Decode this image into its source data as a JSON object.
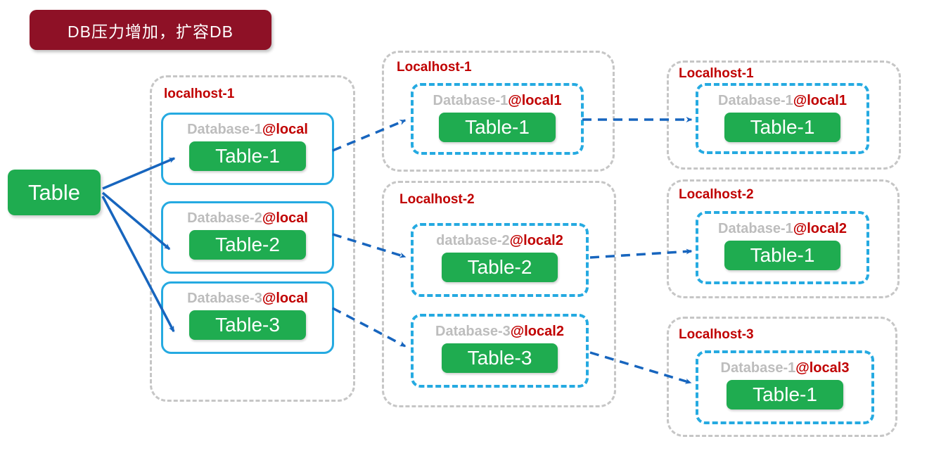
{
  "title_banner": "DB压力增加，扩容DB",
  "source_table": "Table",
  "colors": {
    "banner_bg": "#8E1126",
    "host_label_red": "#C00000",
    "table_green": "#1FAC50",
    "database_border_cyan": "#25AAE1",
    "arrow_blue": "#1765BE",
    "container_border_gray": "#C6C6C6",
    "database_name_gray": "#BDBDBD"
  },
  "stage1": {
    "host": "localhost-1",
    "databases": [
      {
        "name": "Database-1",
        "location": "@local",
        "table": "Table-1"
      },
      {
        "name": "Database-2",
        "location": "@local",
        "table": "Table-2"
      },
      {
        "name": "Database-3",
        "location": "@local",
        "table": "Table-3"
      }
    ]
  },
  "stage2": {
    "hosts": [
      {
        "label": "Localhost-1",
        "databases": [
          {
            "name": "Database-1",
            "location": "@local1",
            "table": "Table-1"
          }
        ]
      },
      {
        "label": "Localhost-2",
        "databases": [
          {
            "name": "database-2",
            "location": "@local2",
            "table": "Table-2"
          },
          {
            "name": "Database-3",
            "location": "@local2",
            "table": "Table-3"
          }
        ]
      }
    ]
  },
  "stage3": {
    "hosts": [
      {
        "label": "Localhost-1",
        "databases": [
          {
            "name": "Database-1",
            "location": "@local1",
            "table": "Table-1"
          }
        ]
      },
      {
        "label": "Localhost-2",
        "databases": [
          {
            "name": "Database-1",
            "location": "@local2",
            "table": "Table-1"
          }
        ]
      },
      {
        "label": "Localhost-3",
        "databases": [
          {
            "name": "Database-1",
            "location": "@local3",
            "table": "Table-1"
          }
        ]
      }
    ]
  }
}
